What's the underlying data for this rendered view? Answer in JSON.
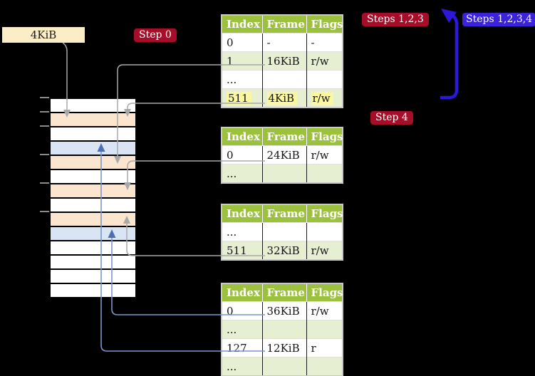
{
  "background": "#000000",
  "pointer_box": {
    "label": "4KiB",
    "fill": "#FBEDC6"
  },
  "badges": {
    "step0": {
      "label": "Step 0",
      "fill": "#A60D28"
    },
    "steps123": {
      "label": "Steps 1,2,3",
      "fill": "#A60D28"
    },
    "steps1234": {
      "label": "Steps 1,2,3,4",
      "fill": "#3B23DD"
    },
    "step4": {
      "label": "Step 4",
      "fill": "#A60D28"
    }
  },
  "tables": [
    {
      "headers": [
        "Index",
        "Frame",
        "Flags"
      ],
      "rows": [
        {
          "cells": [
            "0",
            "-",
            "-"
          ],
          "highlight": false
        },
        {
          "cells": [
            "1",
            "16KiB",
            "r/w"
          ],
          "highlight": false
        },
        {
          "cells": [
            "...",
            "",
            ""
          ],
          "highlight": false
        },
        {
          "cells": [
            "511",
            "4KiB",
            "r/w"
          ],
          "highlight": true
        }
      ]
    },
    {
      "headers": [
        "Index",
        "Frame",
        "Flags"
      ],
      "rows": [
        {
          "cells": [
            "0",
            "24KiB",
            "r/w"
          ],
          "highlight": false
        },
        {
          "cells": [
            "...",
            "",
            ""
          ],
          "highlight": false
        }
      ]
    },
    {
      "headers": [
        "Index",
        "Frame",
        "Flags"
      ],
      "rows": [
        {
          "cells": [
            "...",
            "",
            ""
          ],
          "highlight": false
        },
        {
          "cells": [
            "511",
            "32KiB",
            "r/w"
          ],
          "highlight": false
        }
      ]
    },
    {
      "headers": [
        "Index",
        "Frame",
        "Flags"
      ],
      "rows": [
        {
          "cells": [
            "0",
            "36KiB",
            "r/w"
          ],
          "highlight": false
        },
        {
          "cells": [
            "...",
            "",
            ""
          ],
          "highlight": false
        },
        {
          "cells": [
            "127",
            "12KiB",
            "r"
          ],
          "highlight": false
        },
        {
          "cells": [
            "...",
            "",
            ""
          ],
          "highlight": false
        }
      ]
    }
  ],
  "memory_stack": {
    "rows": [
      "free",
      "page-table",
      "free",
      "mapped",
      "page-table",
      "free",
      "page-table",
      "free",
      "page-table",
      "mapped",
      "free",
      "free",
      "free",
      "free"
    ],
    "colors": {
      "free": "#FFFFFF",
      "page-table": "#FCE5CE",
      "mapped": "#D9E4F4"
    }
  },
  "colors": {
    "table_header_green": "#9CC13D",
    "table_row_green": "#E7EFD2",
    "highlight_yellow": "#FBF6A1",
    "gray_arrow": "#A8A8A8",
    "thin_blue_arrow": "#7A97CB",
    "thin_blue_arrowhead": "#4C70B7",
    "thick_blue_arrow": "#2B18D8",
    "badge_red": "#A60D28",
    "badge_blue": "#3B23DD"
  }
}
